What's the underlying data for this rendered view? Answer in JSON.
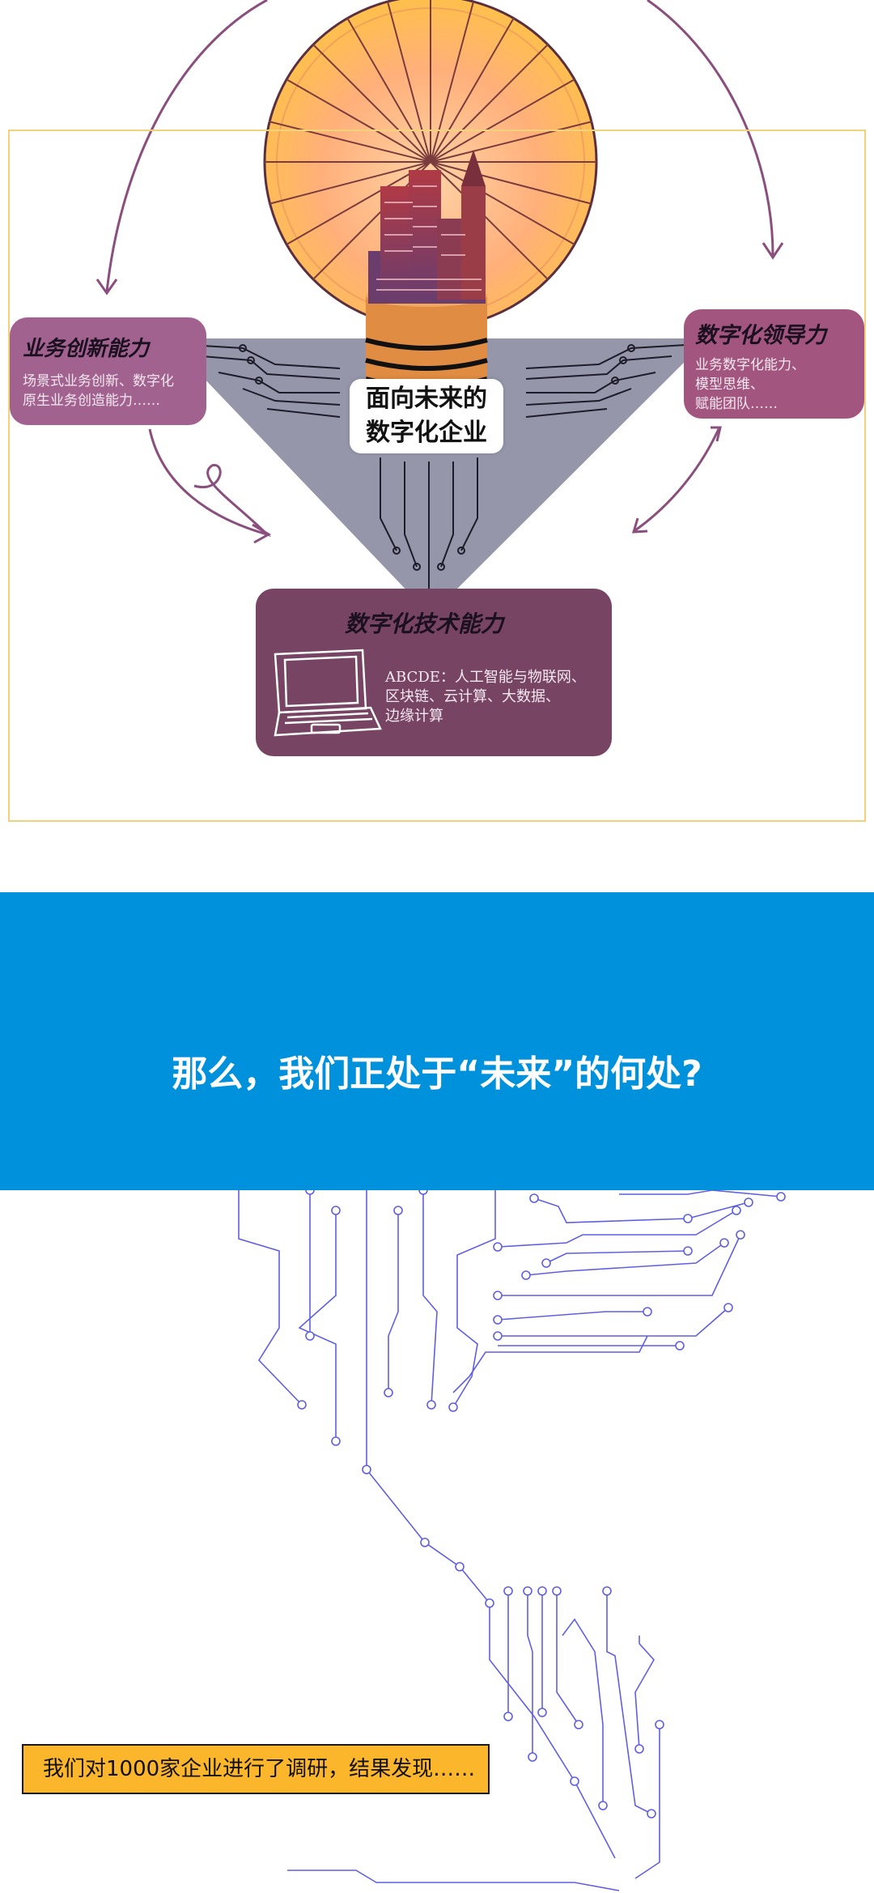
{
  "diagram": {
    "center_label": [
      "面向未来的",
      "数字化企业"
    ],
    "left_card": {
      "title": "业务创新能力",
      "desc": [
        "场景式业务创新、数字化",
        "原生业务创造能力……"
      ]
    },
    "right_card": {
      "title": "数字化领导力",
      "desc": [
        "业务数字化能力、",
        "模型思维、",
        "赋能团队……"
      ]
    },
    "bottom_card": {
      "title": "数字化技术能力",
      "desc": [
        "ABCDE：人工智能与物联网、",
        "区块链、云计算、大数据、",
        "边缘计算"
      ]
    }
  },
  "banner": {
    "title": "那么，我们正处于“未来”的何处?"
  },
  "note": {
    "text": "我们对1000家企业进行了调研，结果发现……"
  },
  "colors": {
    "card_pink": "#a2628f",
    "card_purple": "#784464",
    "right_card": "#a2557f",
    "banner_blue": "#0091dc",
    "note_orange": "#fbb62c",
    "circuit_blue": "#5f5fe0"
  }
}
